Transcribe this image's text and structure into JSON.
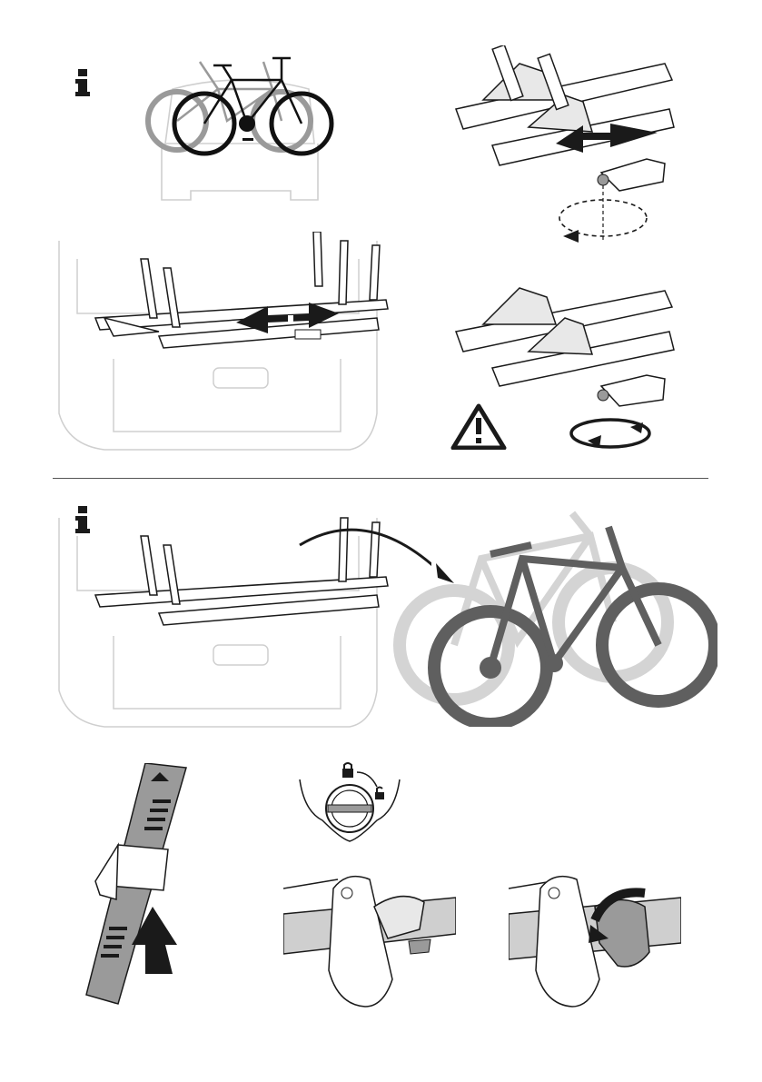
{
  "colors": {
    "line": "#bdbdbd",
    "ink": "#1a1a1a",
    "fill_gray": "#9a9a9a",
    "fill_light": "#d4d4d4",
    "fill_mid": "#5f5f5f",
    "warning": "#1a1a1a"
  },
  "icons": {
    "info_top": "info-icon",
    "info_bottom": "info-icon",
    "warning": "warning-triangle-icon",
    "lock": "padlock-icon"
  },
  "steps": [
    {
      "id": "bike-position-info"
    },
    {
      "id": "rack-slide"
    },
    {
      "id": "arm-rotate-adjust"
    },
    {
      "id": "arm-tighten-warning"
    },
    {
      "id": "bike-load-info"
    },
    {
      "id": "strap-tighten"
    },
    {
      "id": "lock-knob"
    },
    {
      "id": "clamp-open"
    },
    {
      "id": "clamp-close"
    }
  ]
}
